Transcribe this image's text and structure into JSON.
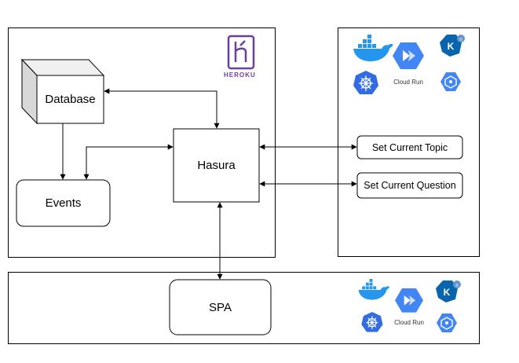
{
  "diagram": {
    "nodes": {
      "database": "Database",
      "events": "Events",
      "hasura": "Hasura",
      "set_topic": "Set Current Topic",
      "set_question": "Set Current Question",
      "spa": "SPA"
    },
    "logos": {
      "heroku": "HEROKU",
      "cloud_run_top": "Cloud Run",
      "cloud_run_bottom": "Cloud Run"
    }
  },
  "colors": {
    "stroke": "#000000",
    "heroku": "#6b3fa0",
    "gcp_blue": "#4285f4",
    "docker_blue": "#2496ed",
    "knative_blue": "#0865ad"
  },
  "icons": [
    "heroku-logo-icon",
    "docker-icon",
    "cloud-run-icon",
    "knative-icon",
    "kubernetes-icon",
    "gke-icon"
  ]
}
